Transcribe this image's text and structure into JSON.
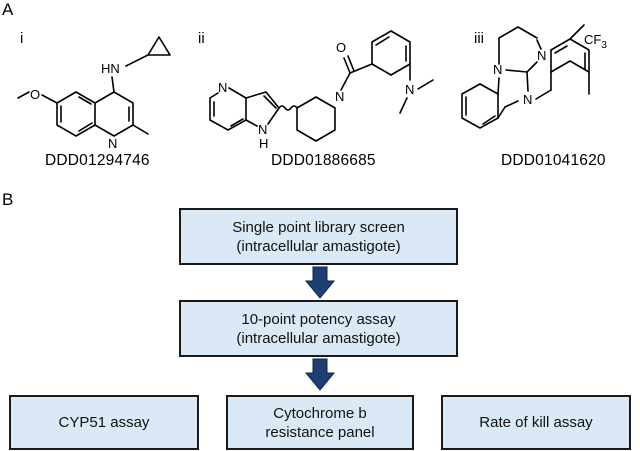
{
  "panels": {
    "a_label": "A",
    "b_label": "B"
  },
  "compounds": [
    {
      "roman": "i",
      "id": "DDD01294746"
    },
    {
      "roman": "ii",
      "id": "DDD01886685"
    },
    {
      "roman": "iii",
      "id": "DDD01041620"
    }
  ],
  "atoms": {
    "c1_nh": "HN",
    "c1_o": "O",
    "c1_n": "N",
    "c2_n_ring": "N",
    "c2_nh": "N",
    "c2_h": "H",
    "c2_o": "O",
    "c2_n_pip": "N",
    "c2_n_dim": "N",
    "c3_n1": "N",
    "c3_n2": "N",
    "c3_n3": "N",
    "c3_cf3": "CF3"
  },
  "flowchart": {
    "box1": [
      "Single point library screen",
      "(intracellular amastigote)"
    ],
    "box2": [
      "10-point potency assay",
      "(intracellular amastigote)"
    ],
    "box3": "CYP51 assay",
    "box4": [
      "Cytochrome b",
      "resistance panel"
    ],
    "box5": "Rate of kill assay"
  },
  "colors": {
    "box_fill": "#dbe9f7",
    "box_border": "#1a1a1a",
    "arrow": "#1f3f73"
  }
}
